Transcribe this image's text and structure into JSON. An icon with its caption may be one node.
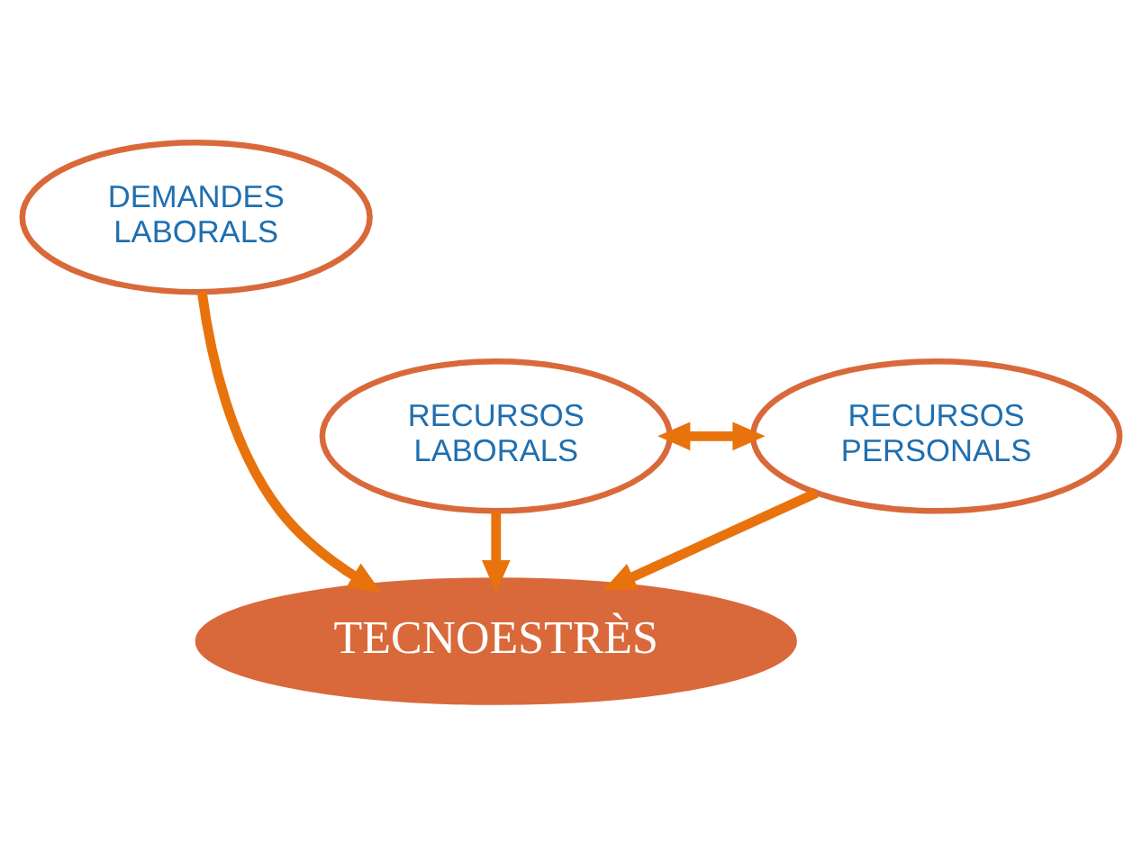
{
  "diagram": {
    "nodes": [
      {
        "text": [
          "DEMANDES LABORALS"
        ]
      },
      {
        "text": [
          "RECURSOS LABORALS"
        ]
      },
      {
        "text": [
          "RECURSOS PERSONALS"
        ]
      },
      {
        "text": [
          "TECNOESTRÈS"
        ]
      }
    ],
    "edges": [
      {
        "from": 0,
        "to": 3,
        "arrow": "to"
      },
      {
        "from": 1,
        "to": 2,
        "arrow": "both"
      },
      {
        "from": 1,
        "to": 3,
        "arrow": "to"
      },
      {
        "from": 2,
        "to": 3,
        "arrow": "to"
      }
    ]
  }
}
